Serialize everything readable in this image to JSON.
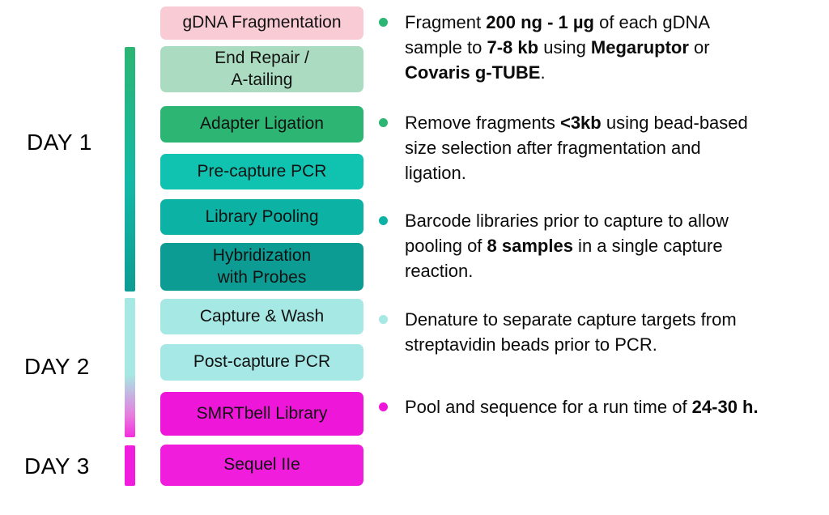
{
  "days": [
    {
      "label": "DAY 1"
    },
    {
      "label": "DAY 2"
    },
    {
      "label": "DAY 3"
    }
  ],
  "steps": [
    {
      "label": "gDNA Fragmentation",
      "color": "#f9cbd4"
    },
    {
      "label": "End Repair /\nA-tailing",
      "color": "#abdcc1"
    },
    {
      "label": "Adapter Ligation",
      "color": "#2cb573"
    },
    {
      "label": "Pre-capture PCR",
      "color": "#10c2b0"
    },
    {
      "label": "Library Pooling",
      "color": "#0cb3a4"
    },
    {
      "label": "Hybridization\nwith Probes",
      "color": "#0d9c93"
    },
    {
      "label": "Capture & Wash",
      "color": "#a6e8e3"
    },
    {
      "label": "Post-capture PCR",
      "color": "#a6e8e6"
    },
    {
      "label": "SMRTbell Library",
      "color": "#ee16d9"
    },
    {
      "label": "Sequel IIe",
      "color": "#f01ddd"
    }
  ],
  "timeline_bars": [
    {
      "day": "DAY 1",
      "background": "linear-gradient(180deg, #2cb573 0%, #12b9a6 55%, #0d9c93 100%)"
    },
    {
      "day": "DAY 2",
      "background": "linear-gradient(180deg, #a6e8e3 0%, #a6e8e3 55%, #e87ade 85%, #f32ddd 100%)"
    },
    {
      "day": "DAY 3",
      "background": "#f01ddd"
    }
  ],
  "notes": [
    {
      "bullet_color": "#2cb573",
      "segments": [
        {
          "text": "Fragment ",
          "bold": false
        },
        {
          "text": "200 ng - 1 µg",
          "bold": true
        },
        {
          "text": " of each gDNA\nsample to ",
          "bold": false
        },
        {
          "text": "7-8 kb",
          "bold": true
        },
        {
          "text": " using ",
          "bold": false
        },
        {
          "text": "Megaruptor",
          "bold": true
        },
        {
          "text": " or\n",
          "bold": false
        },
        {
          "text": "Covaris g-TUBE",
          "bold": true
        },
        {
          "text": ".",
          "bold": false
        }
      ]
    },
    {
      "bullet_color": "#2cb573",
      "segments": [
        {
          "text": "Remove fragments ",
          "bold": false
        },
        {
          "text": "<3kb",
          "bold": true
        },
        {
          "text": " using bead-based\nsize selection after fragmentation and\nligation.",
          "bold": false
        }
      ]
    },
    {
      "bullet_color": "#0cb3a4",
      "segments": [
        {
          "text": "Barcode libraries prior to capture to allow\npooling of ",
          "bold": false
        },
        {
          "text": "8 samples",
          "bold": true
        },
        {
          "text": " in a single capture\nreaction.",
          "bold": false
        }
      ]
    },
    {
      "bullet_color": "#a6e8e3",
      "segments": [
        {
          "text": "Denature to separate capture targets from\nstreptavidin beads prior to PCR.",
          "bold": false
        }
      ]
    },
    {
      "bullet_color": "#ee16d9",
      "segments": [
        {
          "text": "Pool and sequence for a run time of ",
          "bold": false
        },
        {
          "text": "24-30 h.",
          "bold": true
        }
      ]
    }
  ]
}
